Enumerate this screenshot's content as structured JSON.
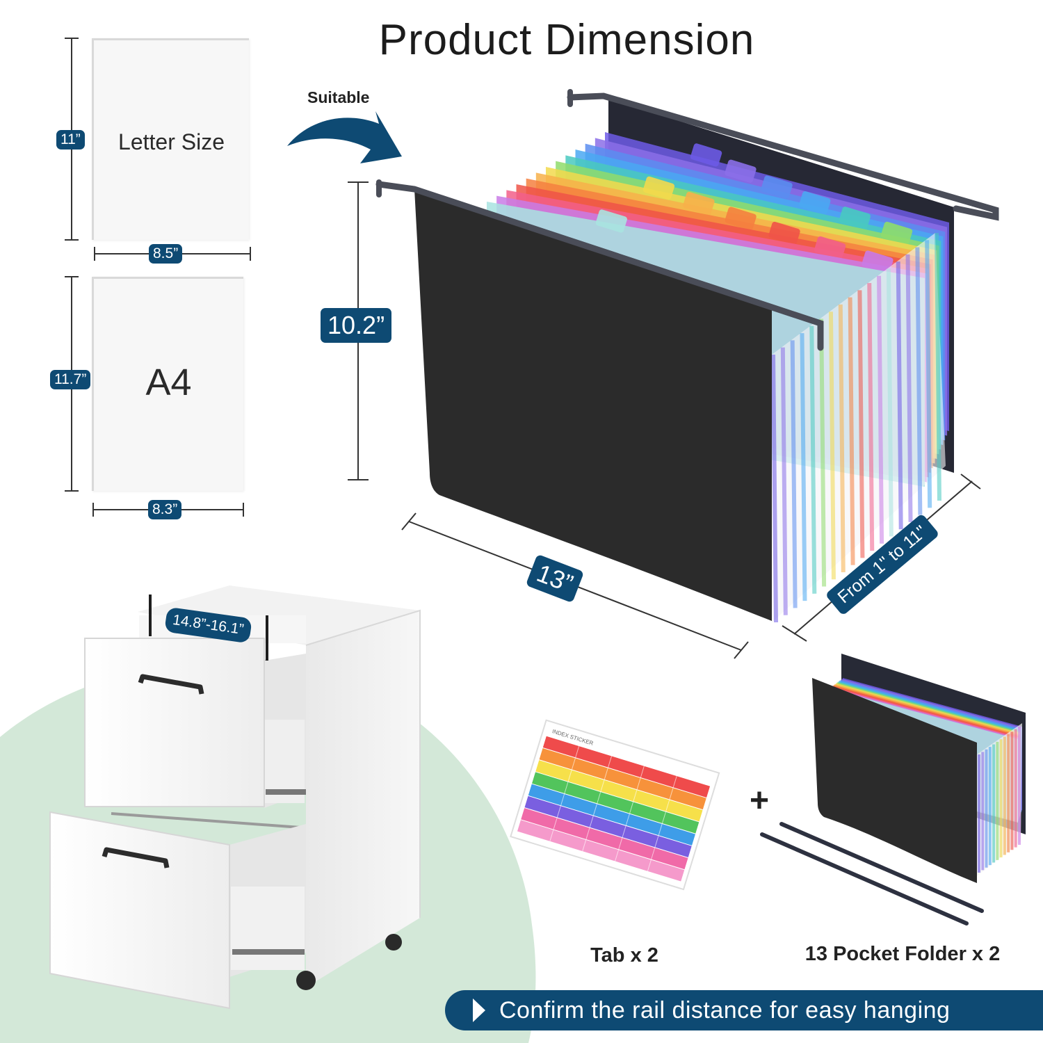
{
  "title": "Product Dimension",
  "suitable_label": "Suitable",
  "papers": [
    {
      "name": "Letter Size",
      "height": "11”",
      "width": "8.5”"
    },
    {
      "name": "A4",
      "height": "11.7”",
      "width": "8.3”"
    }
  ],
  "folder": {
    "height": "10.2”",
    "length": "13”",
    "expansion": "From 1\" to 11\""
  },
  "cabinet": {
    "rail_distance": "14.8”-16.1”"
  },
  "accessories": [
    {
      "caption": "Tab x 2",
      "sticker_text": "INDEX STICKER"
    },
    {
      "caption": "13 Pocket Folder x 2"
    }
  ],
  "plus_sign": "+",
  "banner_text": "Confirm the rail distance for easy hanging",
  "colors": {
    "accent": "#0e4a73",
    "folder_black": "#2b2b2b",
    "background_green": "#d3e8d8"
  },
  "icons": [
    "curved-arrow-icon",
    "play-triangle-icon",
    "plus-icon"
  ]
}
